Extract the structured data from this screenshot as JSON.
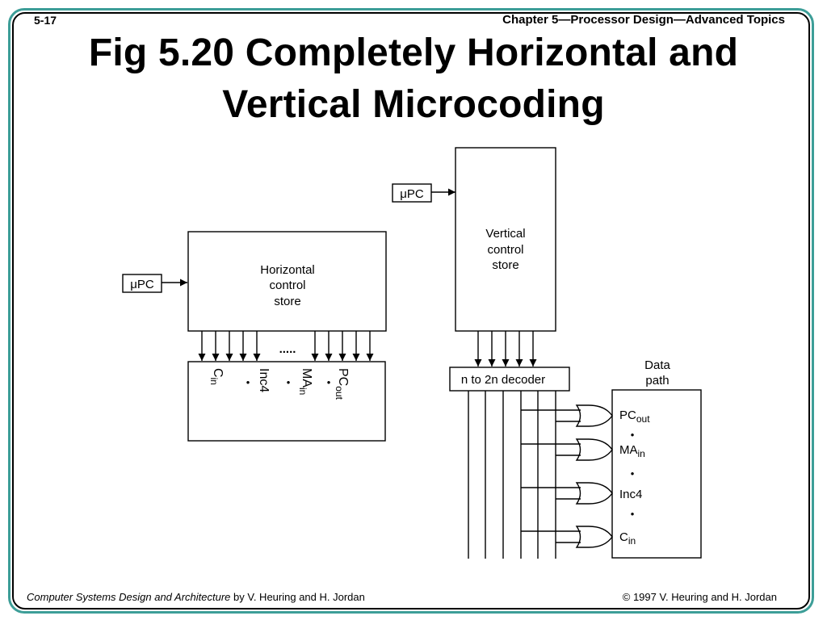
{
  "header": {
    "slide_number": "5-17",
    "chapter": "Chapter 5—Processor Design—Advanced Topics"
  },
  "title": {
    "line1": "Fig  5.20  Completely Horizontal and",
    "line2": "Vertical Microcoding"
  },
  "diagram": {
    "upc_prefix": "μ",
    "upc_suffix": "PC",
    "horizontal_store": [
      "Horizontal",
      "control",
      "store"
    ],
    "vertical_store": [
      "Vertical",
      "control",
      "store"
    ],
    "ellipsis": ".....",
    "horizontal_signals": {
      "c_main": "C",
      "c_sub": "in",
      "inc4": "Inc4",
      "ma_main": "MA",
      "ma_sub": "in",
      "pc_main": "PC",
      "pc_sub": "out",
      "dot": "•"
    },
    "decoder_label": "n to 2n decoder",
    "datapath_label": [
      "Data",
      "path"
    ],
    "datapath_signals": {
      "pc_main": "PC",
      "pc_sub": "out",
      "ma_main": "MA",
      "ma_sub": "in",
      "inc4": "Inc4",
      "c_main": "C",
      "c_sub": "in",
      "dot": "•"
    }
  },
  "footer": {
    "book_title": "Computer Systems Design and Architecture",
    "authors": " by V. Heuring and H. Jordan",
    "copyright": "© 1997 V. Heuring and H. Jordan"
  }
}
